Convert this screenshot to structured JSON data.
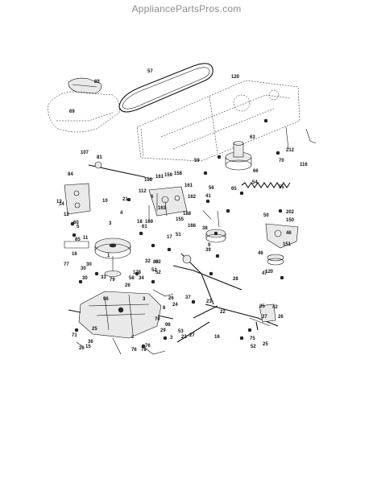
{
  "watermark": "AppliancePartsPros.com",
  "part_labels": [
    "88",
    "57",
    "120",
    "69",
    "63",
    "212",
    "70",
    "116",
    "107",
    "81",
    "59",
    "66",
    "84",
    "198",
    "161",
    "159",
    "158",
    "10",
    "21",
    "163",
    "6",
    "161",
    "162",
    "51",
    "56",
    "54",
    "55",
    "9",
    "112",
    "169",
    "188",
    "50",
    "202",
    "150",
    "14",
    "4",
    "12",
    "60",
    "5",
    "18",
    "38",
    "46",
    "13",
    "61",
    "155",
    "166",
    "41",
    "65",
    "11",
    "85",
    "1",
    "77",
    "3",
    "17",
    "62",
    "2",
    "39",
    "151",
    "46",
    "16",
    "30",
    "33",
    "32",
    "80",
    "178",
    "58",
    "22",
    "47",
    "120",
    "52",
    "79",
    "30",
    "30",
    "96",
    "26",
    "34",
    "26",
    "8",
    "24",
    "37",
    "28",
    "23",
    "26",
    "3",
    "70",
    "29",
    "53",
    "27",
    "25",
    "75",
    "76",
    "76",
    "78",
    "3",
    "22",
    "16",
    "71",
    "26",
    "15",
    "25",
    "96",
    "36",
    "35",
    "42",
    "27",
    "52",
    "52"
  ]
}
